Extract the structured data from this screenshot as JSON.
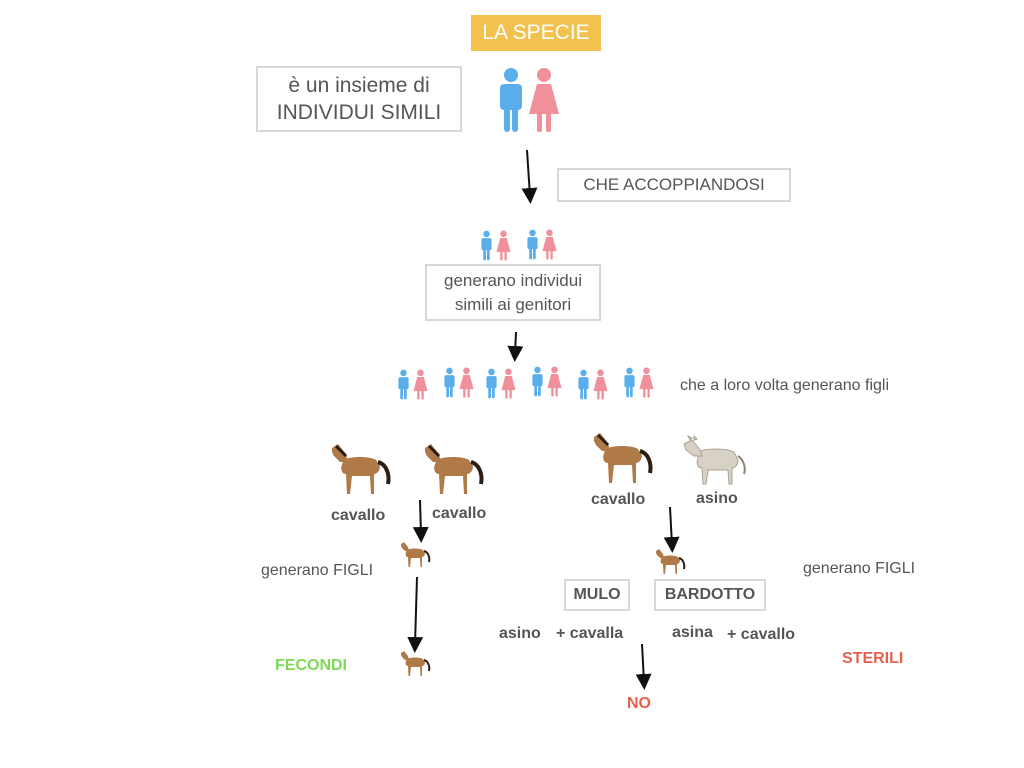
{
  "title": "LA SPECIE",
  "definition": {
    "line1": "è un insieme di",
    "line2": "INDIVIDUI SIMILI"
  },
  "coupling": "CHE ACCOPPIANDOSI",
  "generate": {
    "line1": "generano individui",
    "line2": "simili ai genitori"
  },
  "next_gen": "che a loro volta generano figli",
  "left_branch": {
    "horse1": "cavallo",
    "horse2": "cavallo",
    "offspring": "generano FIGLI",
    "result": "FECONDI"
  },
  "right_branch": {
    "horse": "cavallo",
    "donkey": "asino",
    "offspring": "generano FIGLI",
    "mulo": "MULO",
    "bardotto": "BARDOTTO",
    "mulo_parent1": "asino",
    "mulo_parent2": "+ cavalla",
    "bardotto_parent1": "asina",
    "bardotto_parent2": "+ cavallo",
    "result": "STERILI",
    "no": "NO"
  },
  "colors": {
    "male": "#5aaeea",
    "female": "#f0909a",
    "title_bg": "#f2c14e",
    "fecondi": "#7ed957",
    "sterili": "#e8604c",
    "horse": "#b07a48",
    "donkey": "#d8d2c6"
  }
}
